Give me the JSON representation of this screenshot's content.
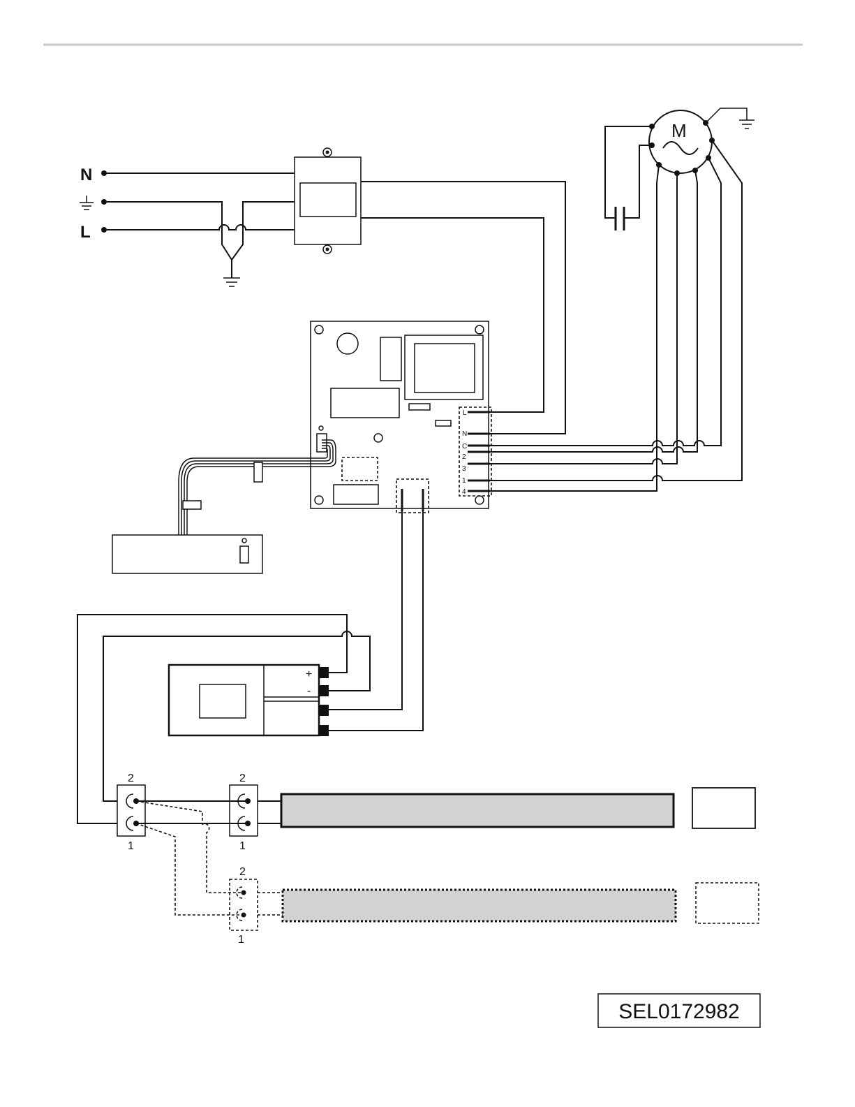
{
  "supply": {
    "neutral": "N",
    "live": "L"
  },
  "motor": {
    "symbol": "M"
  },
  "board_terminals": [
    "L",
    "N",
    "C",
    "2",
    "3",
    "1",
    "4"
  ],
  "terminal_blocks": {
    "block_a_top": "2",
    "block_a_bottom": "1",
    "block_b_top": "2",
    "block_b_bottom": "1",
    "block_c_top": "2",
    "block_c_bottom": "1"
  },
  "ballast": {
    "plus": "+",
    "minus": "-"
  },
  "reference": {
    "code": "SEL0172982"
  }
}
